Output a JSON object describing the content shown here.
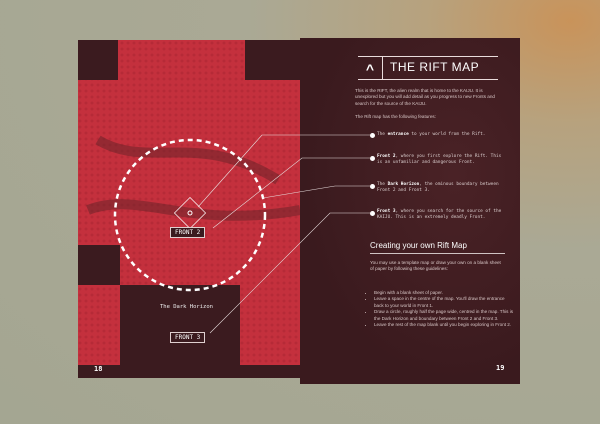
{
  "left_page": {
    "labels": {
      "front2": "FRONT 2",
      "front3": "FRONT 3",
      "dark_horizon": "The Dark Horizon"
    },
    "page_number": "18"
  },
  "right_page": {
    "title": "THE RIFT MAP",
    "icon": "chevron-up-icon",
    "intro": "This is the RIFT, the alien realm that is home to the KAIJU. It is unexplored but you will add detail as you progress to new Fronts and search for the source of the KAIJU.",
    "features_intro": "The Rift map has the following features:",
    "features": [
      {
        "bold": "entrance",
        "pre": "The ",
        "text": " to your world from the Rift."
      },
      {
        "bold": "Front 2",
        "pre": "",
        "text": ", where you first explore the Rift. This is an unfamiliar and dangerous Front."
      },
      {
        "bold": "Dark Horizon",
        "pre": "The ",
        "text": ", the ominous boundary between Front 2 and Front 3."
      },
      {
        "bold": "Front 3",
        "pre": "",
        "text": ", where you search for the source of the KAIJU. This is an extremely deadly Front."
      }
    ],
    "section_title": "Creating your own Rift Map",
    "section_intro": "You may use a template map or draw your own on a blank sheet of paper by following these guidelines:",
    "guidelines": [
      "Begin with a blank sheet of paper.",
      "Leave a space in the centre of the map. You'll draw the entrance back to your world in Front 1.",
      "Draw a circle, roughly half the page wide, centred in the map. This is the Dark Horizon and boundary between Front 2 and Front 3.",
      "Leave the rest of the map blank until you begin exploring in Front 2."
    ],
    "page_number": "19"
  },
  "colors": {
    "map_red": "#c4303d",
    "page_dark": "#3b1b1f",
    "line": "#e8dede"
  }
}
